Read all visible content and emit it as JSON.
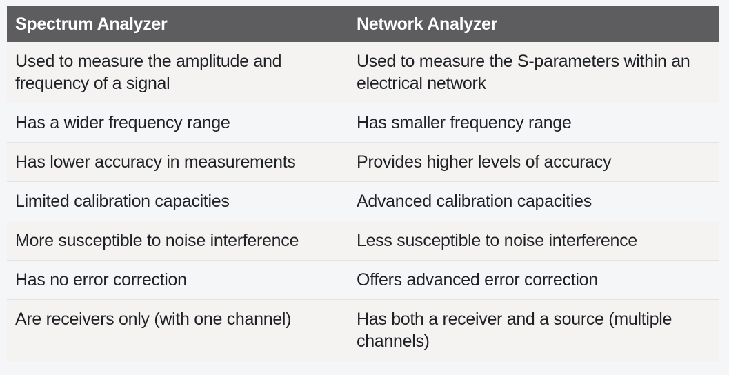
{
  "colors": {
    "page_bg": "#f5f6f8",
    "header_bg": "#5d5d5f",
    "header_text": "#ffffff",
    "body_text": "#1e2126",
    "divider": "#e4e3e1",
    "row_odd_bg": "#f4f3f1",
    "row_even_bg": "#f5f6f8"
  },
  "table": {
    "header": {
      "columns": [
        "Spectrum Analyzer",
        "Network Analyzer"
      ]
    },
    "rows": [
      [
        "Used to measure the amplitude and\nfrequency of a signal",
        "Used to measure the S-parameters within an\nelectrical network"
      ],
      [
        "Has a wider frequency range",
        "Has smaller frequency range"
      ],
      [
        "Has lower accuracy in measurements",
        "Provides higher levels of accuracy"
      ],
      [
        "Limited calibration capacities",
        "Advanced calibration capacities"
      ],
      [
        "More susceptible to noise interference",
        "Less susceptible to noise interference"
      ],
      [
        "Has no error correction",
        "Offers advanced error correction"
      ],
      [
        "Are receivers only (with one channel)",
        "Has both a receiver and a source (multiple\nchannels)"
      ]
    ]
  }
}
